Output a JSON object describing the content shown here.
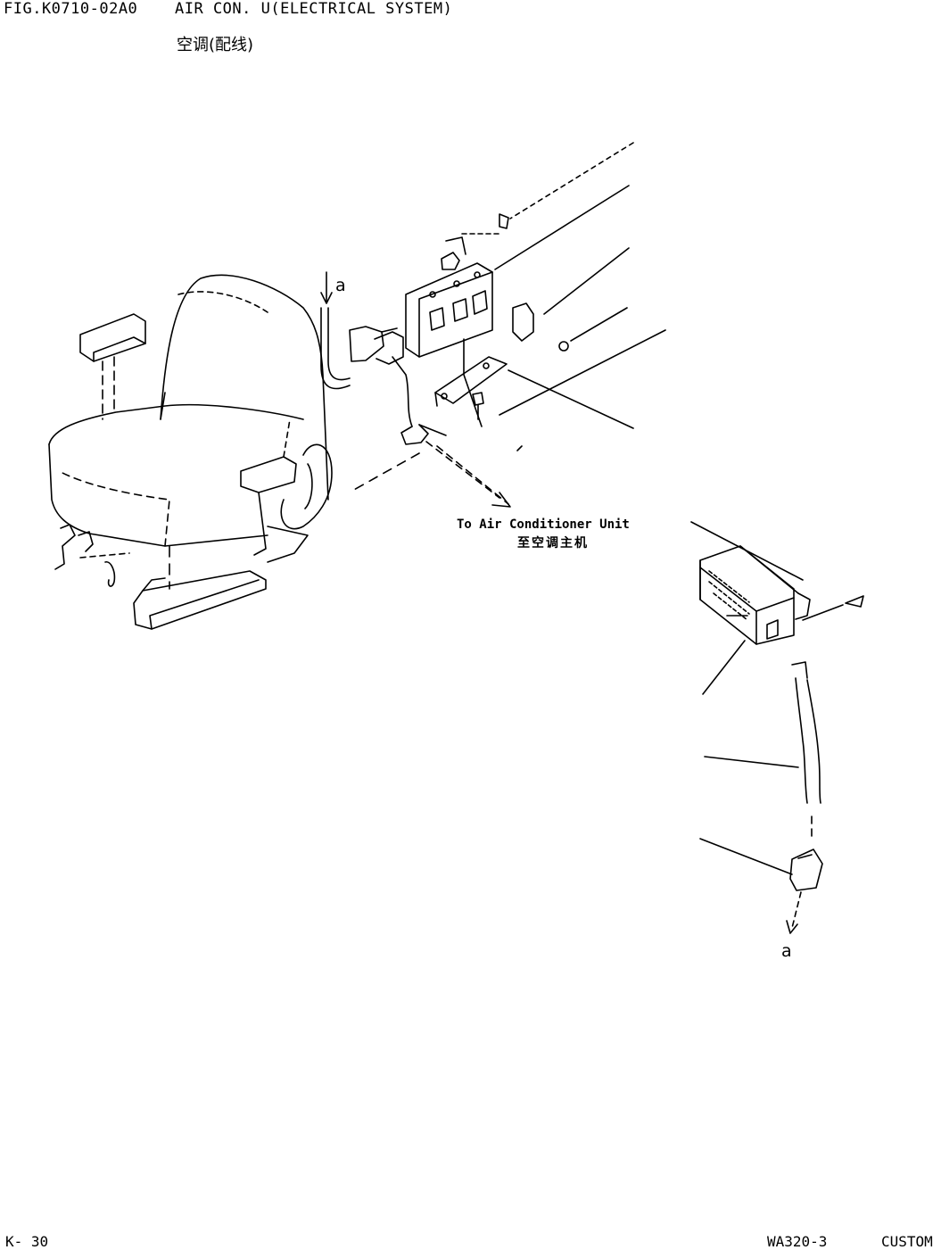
{
  "header": {
    "figure_id": "FIG.K0710-02A0",
    "title": "AIR CON. U(ELECTRICAL SYSTEM)",
    "title_cn": "空调(配线)"
  },
  "callout": {
    "label_en": "To Air Conditioner Unit",
    "label_cn": "至空调主机"
  },
  "references": {
    "top": "a",
    "bottom": "a"
  },
  "footer": {
    "page": "K- 30",
    "model": "WA320-3",
    "variant": "CUSTOM"
  }
}
